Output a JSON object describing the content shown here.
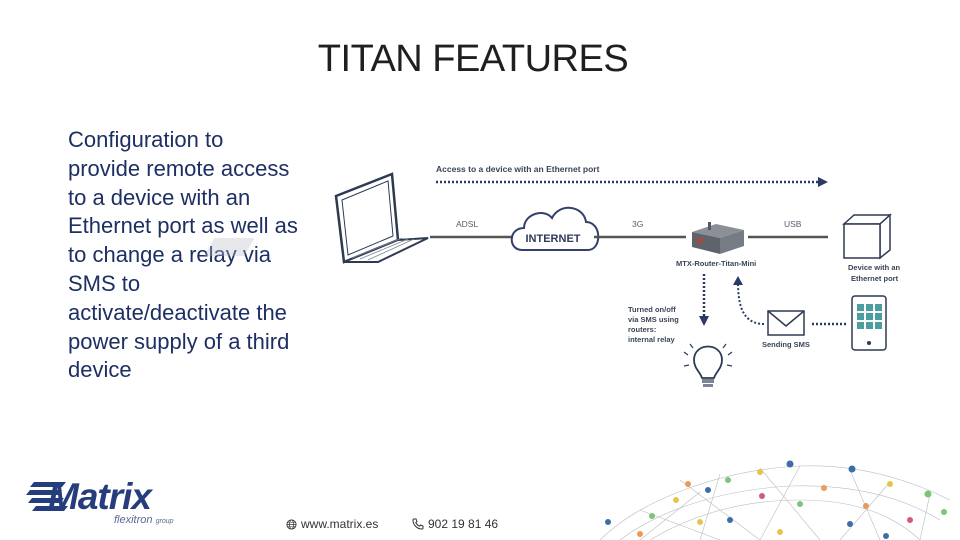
{
  "slide": {
    "title": "TITAN FEATURES",
    "body": "Configuration to provide remote access to a device with an Ethernet port as well as to change a relay via SMS to activate/deactivate the  power supply of a third device"
  },
  "diagram": {
    "top_caption": "Access to a device with an Ethernet port",
    "link_adsl": "ADSL",
    "cloud_label": "INTERNET",
    "link_3g": "3G",
    "link_usb": "USB",
    "router_label": "MTX-Router-Titan-Mini",
    "device_label_1": "Device with an",
    "device_label_2": "Ethernet port",
    "relay_label_1": "Turned on/off",
    "relay_label_2": "via SMS using",
    "relay_label_3": "routers:",
    "relay_label_4": "internal relay",
    "sms_label": "Sending SMS"
  },
  "footer": {
    "url": "www.matrix.es",
    "phone": "902 19 81 46"
  },
  "brand": {
    "name": "Matrix",
    "group": "flexitron",
    "group_suffix": "group",
    "primary_color": "#253d7d",
    "text_color": "#1d2f63"
  }
}
